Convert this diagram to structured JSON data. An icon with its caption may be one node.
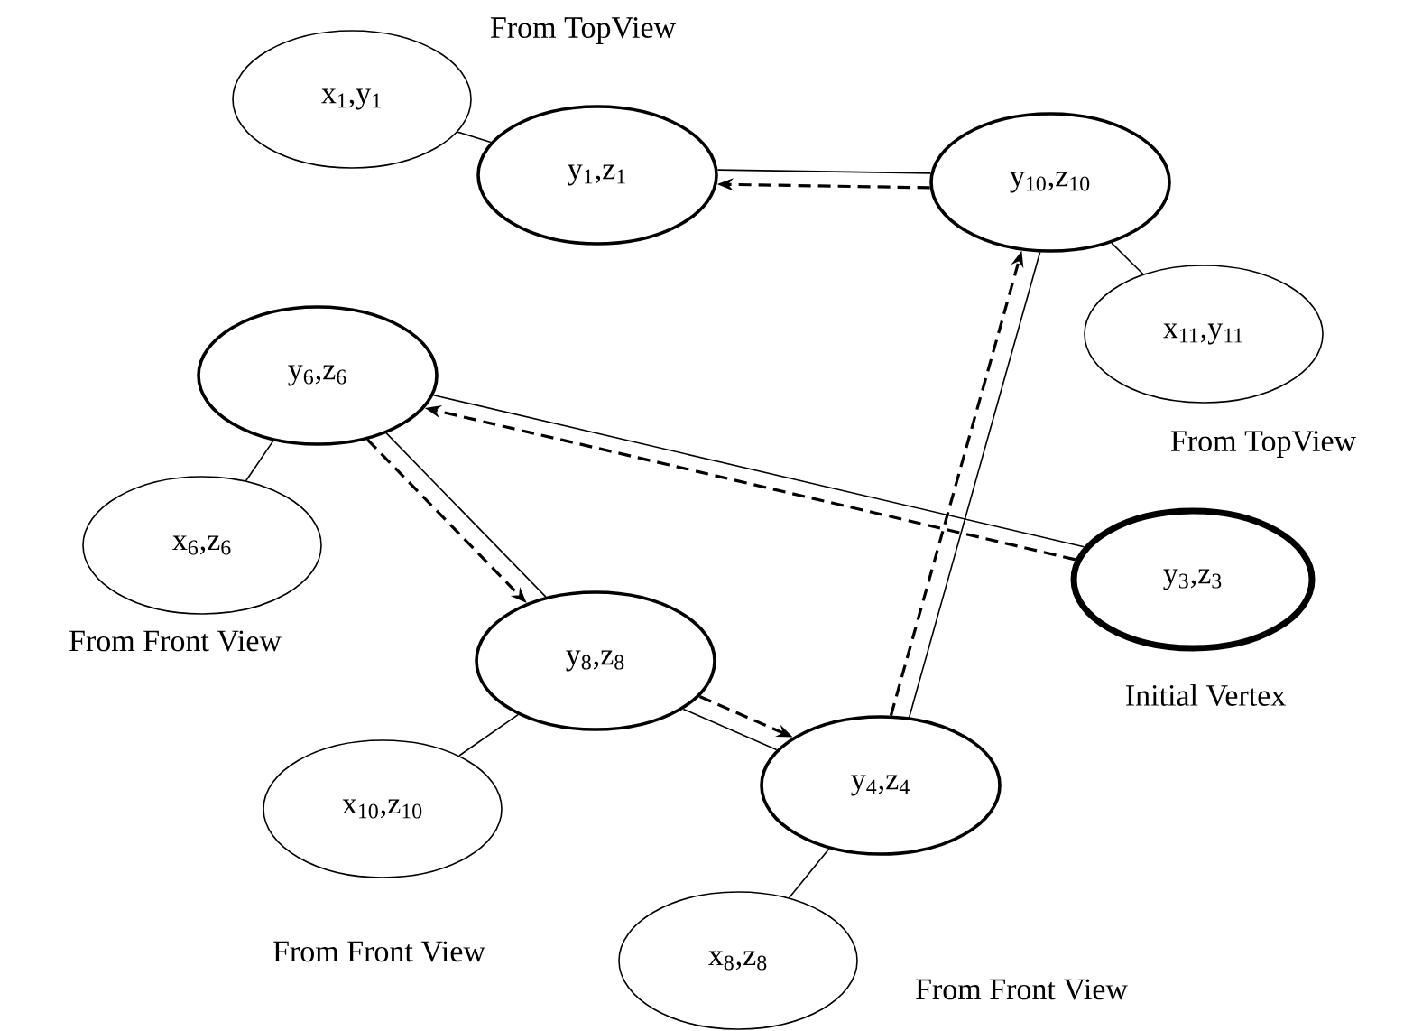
{
  "diagram": {
    "nodes": [
      {
        "text": [
          "x$_{1}$,y$_{1}$"
        ],
        "beside": [
          "From TopView"
        ]
      },
      {
        "text": [
          "y$_{1}$,z$_{1}$"
        ]
      },
      {
        "text": [
          "y$_{10}$,z$_{10}$"
        ]
      },
      {
        "text": [
          "x$_{11}$,y$_{11}$"
        ],
        "beside": [
          "From TopView"
        ]
      },
      {
        "text": [
          "y$_{6}$,z$_{6}$"
        ]
      },
      {
        "text": [
          "x$_{6}$,z$_{6}$"
        ],
        "beside": [
          "From Front View"
        ]
      },
      {
        "text": [
          "y$_{3}$,z$_{3}$"
        ],
        "beside": [
          "Initial Vertex"
        ]
      },
      {
        "text": [
          "y$_{8}$,z$_{8}$"
        ]
      },
      {
        "text": [
          "x$_{10}$,z$_{10}$"
        ],
        "beside": [
          "From Front View"
        ]
      },
      {
        "text": [
          "y$_{4}$,z$_{4}$"
        ]
      },
      {
        "text": [
          "x$_{8}$,z$_{8}$"
        ],
        "beside": [
          "From Front View"
        ]
      }
    ],
    "edges": [
      {
        "from": 0,
        "to": 1,
        "arrow": "none"
      },
      {
        "from": 2,
        "to": 3,
        "arrow": "none"
      },
      {
        "from": 4,
        "to": 5,
        "arrow": "none"
      },
      {
        "from": 7,
        "to": 8,
        "arrow": "none"
      },
      {
        "from": 9,
        "to": 10,
        "arrow": "none"
      },
      {
        "from": 1,
        "to": 2,
        "arrow": "none"
      },
      {
        "from": 2,
        "to": 1,
        "arrow": "to",
        "style": "dashed"
      },
      {
        "from": 4,
        "to": 6,
        "arrow": "none"
      },
      {
        "from": 6,
        "to": 4,
        "arrow": "to",
        "style": "dashed"
      },
      {
        "from": 4,
        "to": 7,
        "arrow": "none"
      },
      {
        "from": 4,
        "to": 7,
        "arrow": "to",
        "style": "dashed"
      },
      {
        "from": 7,
        "to": 9,
        "arrow": "none"
      },
      {
        "from": 7,
        "to": 9,
        "arrow": "to",
        "style": "dashed"
      },
      {
        "from": 9,
        "to": 2,
        "arrow": "none"
      },
      {
        "from": 9,
        "to": 2,
        "arrow": "to",
        "style": "dashed"
      }
    ]
  }
}
